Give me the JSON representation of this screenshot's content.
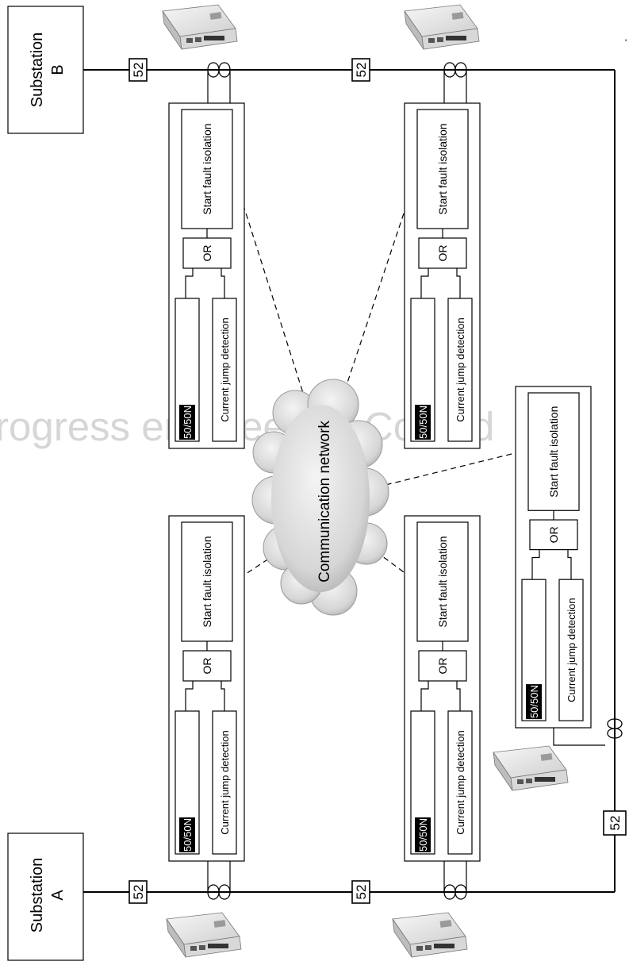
{
  "watermark": "rogress engineering Co.,Ltd",
  "substations": {
    "a": {
      "line1": "Substation",
      "line2": "A"
    },
    "b": {
      "line1": "Substation",
      "line2": "B"
    }
  },
  "breaker_label": "52",
  "network_label": "Communication network",
  "relay_unit": {
    "isolation_label": "Start fault isolation",
    "or_label": "OR",
    "overcurrent_label": "50/50N",
    "jump_label": "Current jump detection"
  },
  "colors": {
    "line": "#000000",
    "cloud": "#d9d9d9",
    "overcurrent_bg": "#000000",
    "overcurrent_text": "#ffffff",
    "watermark": "#cfcfcf"
  },
  "icons": {
    "device": "feeder-terminal-unit-icon",
    "ct": "current-transformer-icon",
    "breaker": "circuit-breaker-icon"
  }
}
